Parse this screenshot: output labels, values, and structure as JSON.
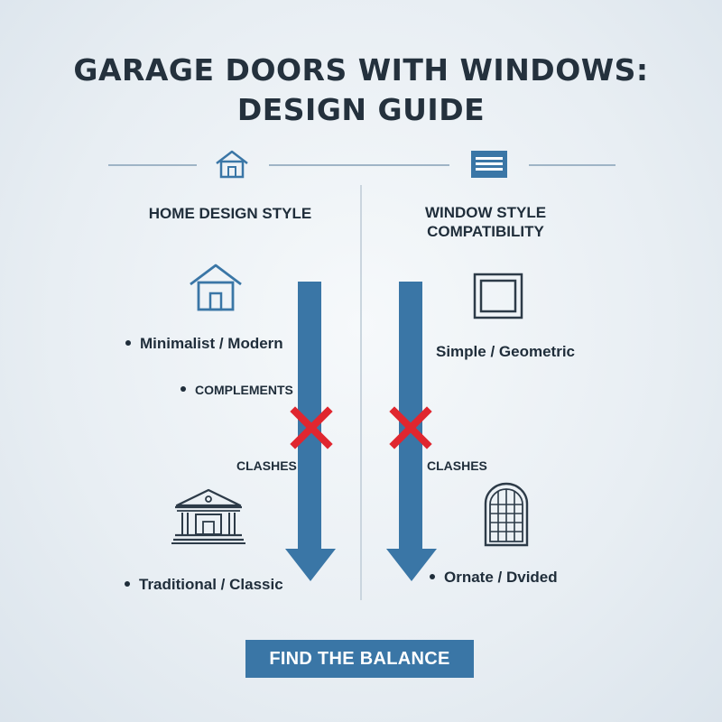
{
  "title": {
    "line1": "GARAGE DOORS WITH WINDOWS:",
    "line2": "DESIGN GUIDE"
  },
  "left_column": {
    "heading": "HOME DESIGN STYLE",
    "top_item": "Minimalist / Modern",
    "complements": "COMPLEMENTS",
    "clashes": "CLASHES",
    "bottom_item": "Traditional / Classic"
  },
  "right_column": {
    "heading_line1": "WINDOW STYLE",
    "heading_line2": "COMPATIBILITY",
    "top_item": "Simple / Geometric",
    "clashes": "CLASHES",
    "bottom_item": "Ornate / Dvided"
  },
  "cta": {
    "label": "FIND THE BALANCE"
  },
  "colors": {
    "arrow": "#3a76a6",
    "cross": "#e0262f",
    "icon": "#3a76a6",
    "accent_bg": "#3a76a6"
  },
  "icons": [
    "house-icon",
    "garage-door-icon",
    "modern-house-icon",
    "classic-building-icon",
    "square-window-icon",
    "arched-window-icon",
    "cross-icon"
  ]
}
